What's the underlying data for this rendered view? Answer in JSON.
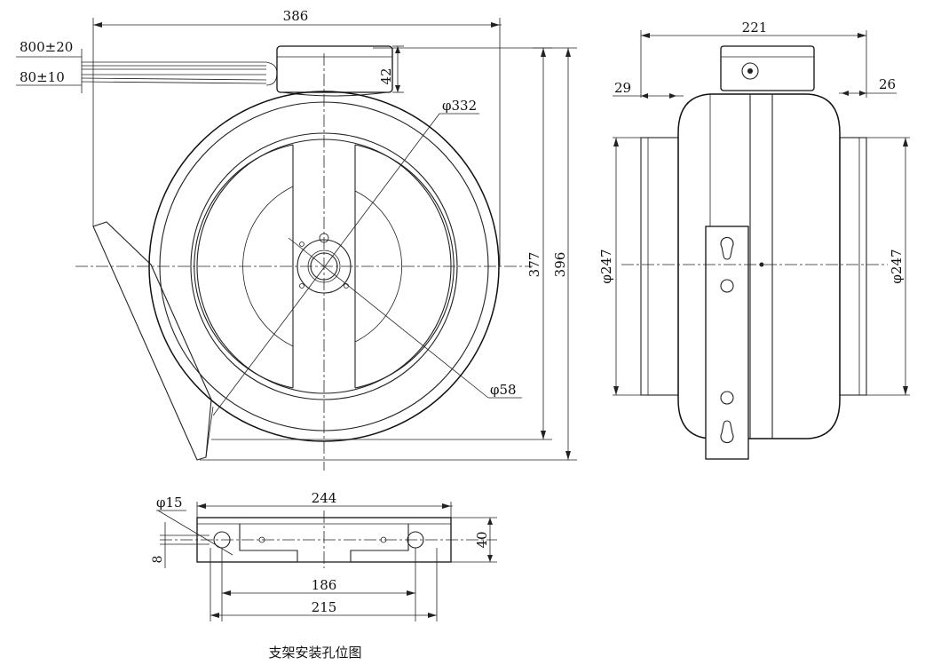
{
  "dimensions": {
    "front_width": "386",
    "cable_long": "800±20",
    "cable_short": "80±10",
    "box_height": "42",
    "dia_outer": "φ332",
    "dia_hub": "φ58",
    "height_377": "377",
    "height_396": "396",
    "side_width": "221",
    "collar_left": "29",
    "collar_right": "26",
    "dia_inlet": "φ247",
    "dia_outlet": "φ247",
    "bracket_dia_hole": "φ15",
    "bracket_length": "244",
    "bracket_height": "40",
    "bracket_slot": "8",
    "bracket_hole_spacing": "186",
    "bracket_outer_spacing": "215"
  },
  "caption": "支架安装孔位图"
}
